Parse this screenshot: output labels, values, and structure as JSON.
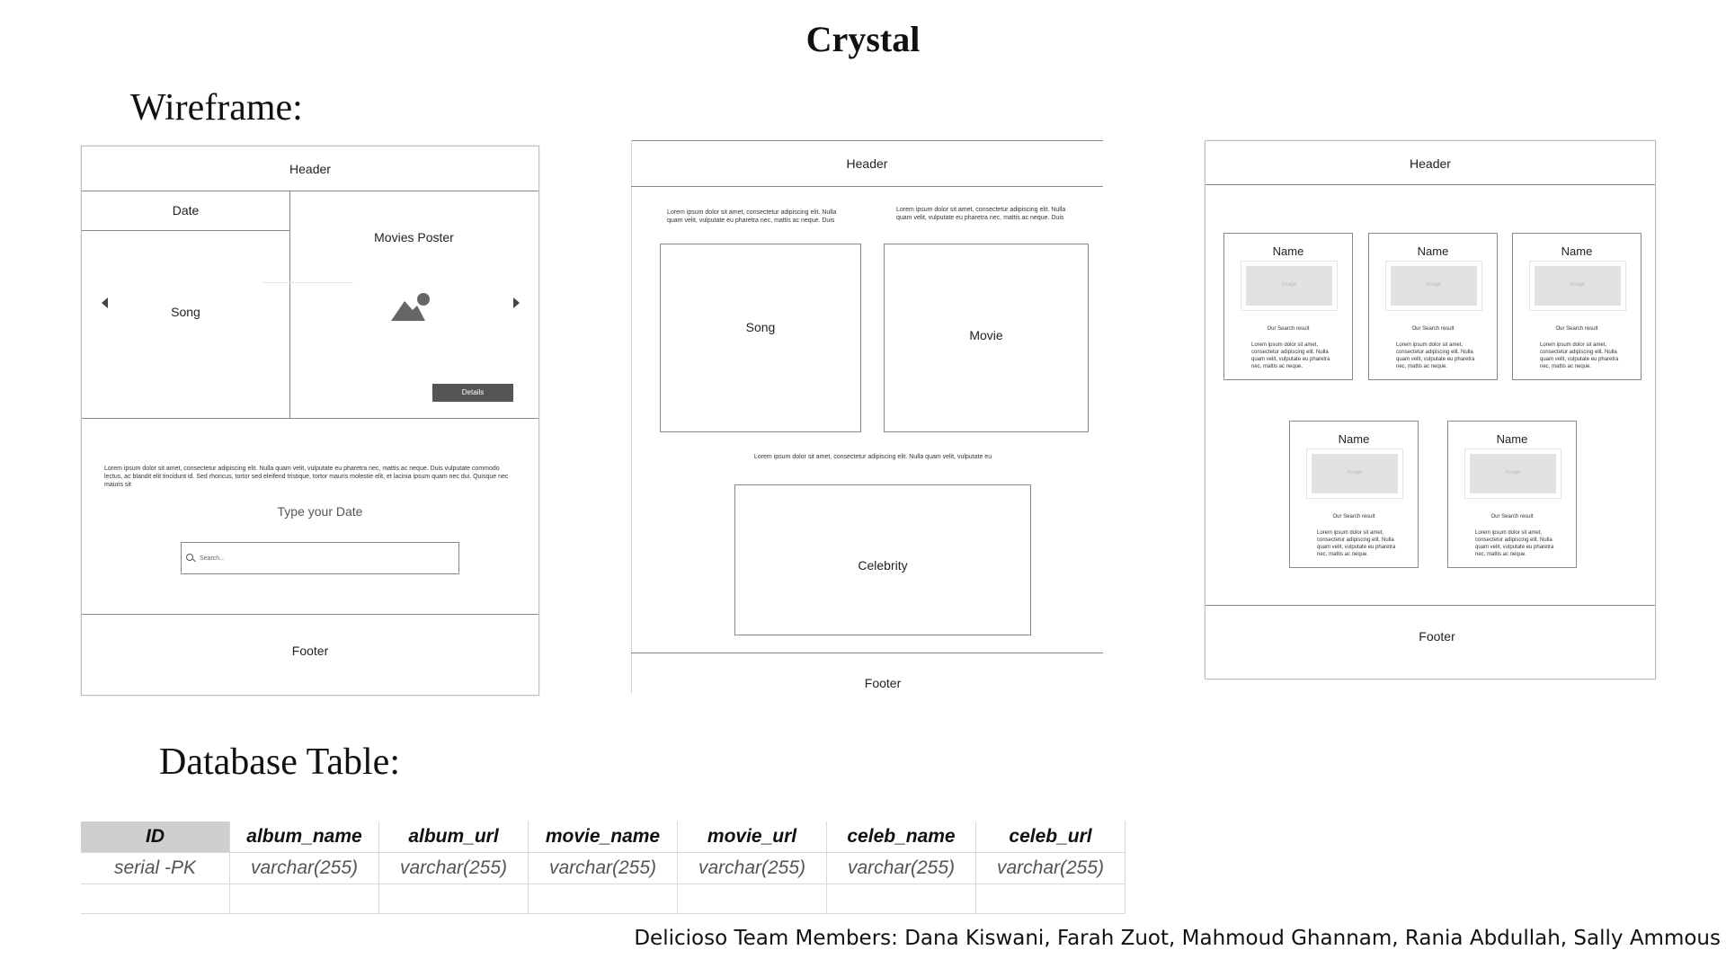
{
  "title": "Crystal",
  "wireframe_heading": "Wireframe:",
  "database_heading": "Database Table:",
  "wireframe1": {
    "header": "Header",
    "date": "Date",
    "movies_poster": "Movies Poster",
    "song": "Song",
    "details_button": "Details",
    "lorem": "Lorem ipsum dolor sit amet, consectetur adipiscing elit. Nulla quam velit, vulputate eu pharetra nec, mattis ac neque. Duis vulputate commodo lectus, ac blandit elit tincidunt id. Sed rhoncus, tortor sed eleifend tristique, tortor mauris molestie elit, et lacinia ipsum quam nec dui. Quisque nec mauris sit",
    "type_date_label": "Type your Date",
    "search_placeholder": "Search...",
    "footer": "Footer"
  },
  "wireframe2": {
    "header": "Header",
    "lorem_left": "Lorem ipsum dolor sit amet, consectetur adipiscing elit. Nulla quam velit, vulputate eu pharetra nec, mattis ac neque. Duis",
    "lorem_right": "Lorem ipsum dolor sit amet, consectetur adipiscing elit. Nulla quam velit, vulputate eu pharetra nec, mattis ac neque. Duis",
    "song": "Song",
    "movie": "Movie",
    "lorem_middle": "Lorem ipsum dolor sit amet, consectetur adipiscing elit. Nulla quam velit, vulputate eu",
    "celebrity": "Celebrity",
    "footer": "Footer"
  },
  "wireframe3": {
    "header": "Header",
    "footer": "Footer",
    "cards": [
      {
        "name": "Name",
        "image": "Image",
        "search_result": "Our Search result",
        "text": "Lorem ipsum dolor sit amet, consectetur adipiscing elit. Nulla quam velit, vulputate eu pharetra nec, mattis ac neque."
      },
      {
        "name": "Name",
        "image": "Image",
        "search_result": "Our Search result",
        "text": "Lorem ipsum dolor sit amet, consectetur adipiscing elit. Nulla quam velit, vulputate eu pharetra nec, mattis ac neque."
      },
      {
        "name": "Name",
        "image": "Image",
        "search_result": "Our Search result",
        "text": "Lorem ipsum dolor sit amet, consectetur adipiscing elit. Nulla quam velit, vulputate eu pharetra nec, mattis ac neque."
      },
      {
        "name": "Name",
        "image": "Image",
        "search_result": "Our Search result",
        "text": "Lorem ipsum dolor sit amet, consectetur adipiscing elit. Nulla quam velit, vulputate eu pharetra nec, mattis ac neque."
      },
      {
        "name": "Name",
        "image": "Image",
        "search_result": "Our Search result",
        "text": "Lorem ipsum dolor sit amet, consectetur adipiscing elit. Nulla quam velit, vulputate eu pharetra nec, mattis ac neque."
      }
    ]
  },
  "database_table": {
    "columns": [
      "ID",
      "album_name",
      "album_url",
      "movie_name",
      "movie_url",
      "celeb_name",
      "celeb_url"
    ],
    "types": [
      "serial -PK",
      "varchar(255)",
      "varchar(255)",
      "varchar(255)",
      "varchar(255)",
      "varchar(255)",
      "varchar(255)"
    ]
  },
  "team_members": "Delicioso Team Members: Dana Kiswani, Farah Zuot, Mahmoud Ghannam, Rania Abdullah, Sally Ammous"
}
